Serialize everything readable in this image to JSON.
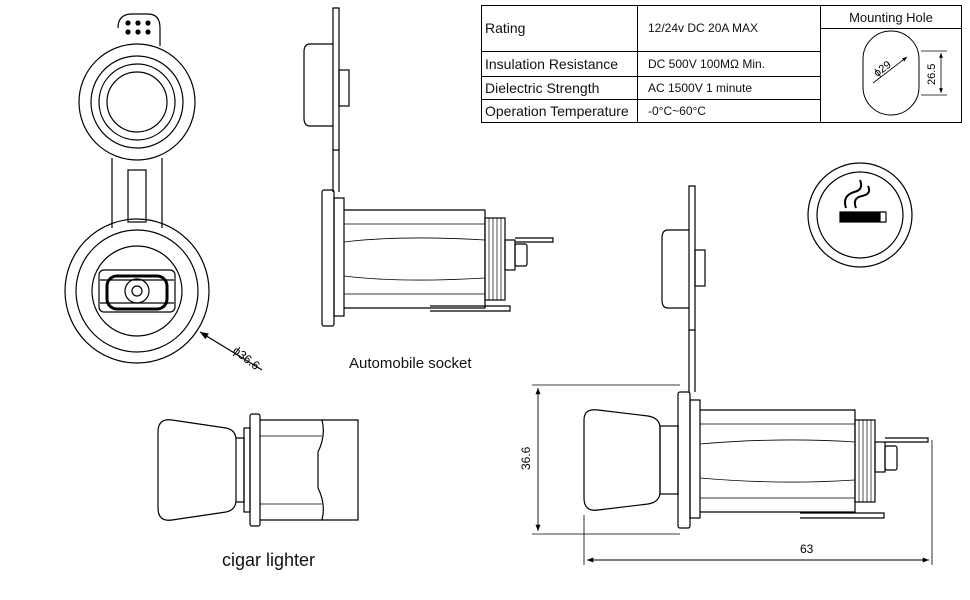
{
  "spec_table": {
    "rows": [
      {
        "label": "Rating",
        "value": "12/24v DC 20A MAX"
      },
      {
        "label": "Insulation Resistance",
        "value": "DC 500V 100MΩ Min."
      },
      {
        "label": "Dielectric Strength",
        "value": "AC 1500V 1 minute"
      },
      {
        "label": "Operation Temperature",
        "value": "-0°C~60°C"
      }
    ],
    "mounting_hole": {
      "title": "Mounting Hole",
      "diameter_label": "ϕ29",
      "height_label": "26.5"
    }
  },
  "captions": {
    "socket": "Automobile socket",
    "lighter": "cigar lighter"
  },
  "dimensions": {
    "front_diameter": "ϕ36.6",
    "assembly_height": "36.6",
    "assembly_length": "63"
  },
  "icons": {
    "cap_badge": "no-smoking-cigarette-icon"
  }
}
